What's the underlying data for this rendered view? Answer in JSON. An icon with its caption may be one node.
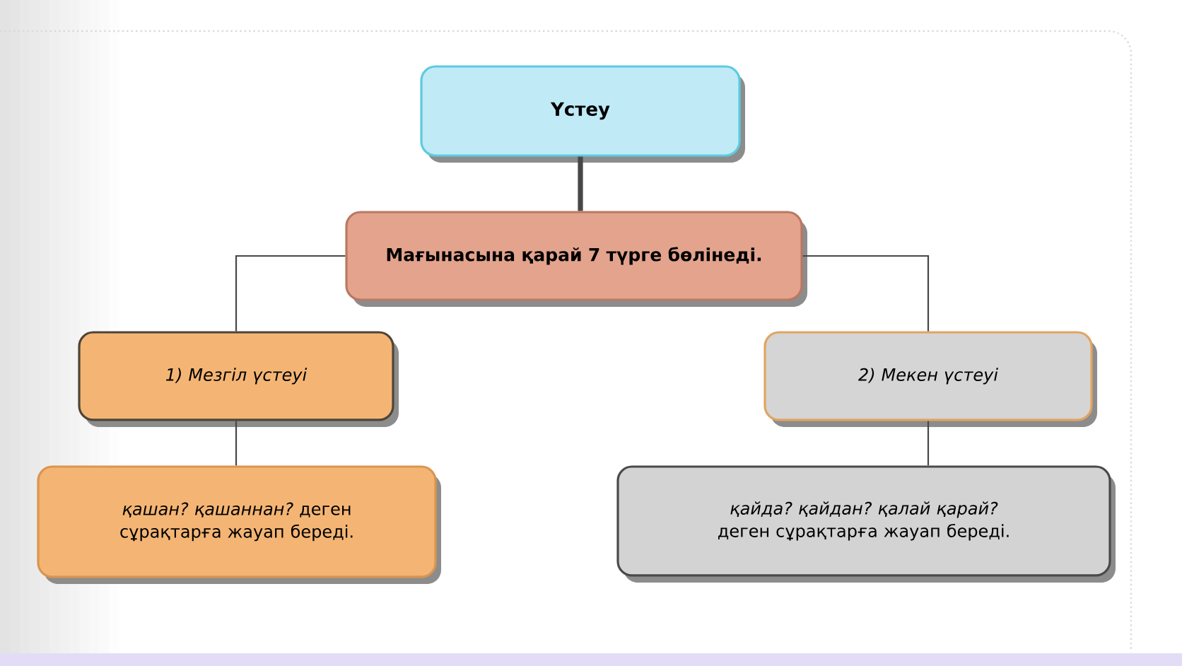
{
  "diagram": {
    "nodes": [
      {
        "text": [
          "Үстеу"
        ]
      },
      {
        "text": [
          "Мағынасына қарай 7 түрге бөлінеді."
        ]
      },
      {
        "text": [
          "1) Мезгіл үстеуі"
        ]
      },
      {
        "text": [
          "*қашан? қашаннан?* деген сұрақтарға жауап береді."
        ]
      },
      {
        "text": [
          "2) Мекен үстеуі"
        ]
      },
      {
        "text": [
          "*қайда? қайдан? қалай қарай?* деген сұрақтарға жауап береді."
        ]
      }
    ],
    "edges": [
      {
        "from": 0,
        "to": 1,
        "arrow": "none",
        "style": "thick"
      },
      {
        "from": 1,
        "to": 2,
        "arrow": "none"
      },
      {
        "from": 1,
        "to": 4,
        "arrow": "none"
      },
      {
        "from": 2,
        "to": 3,
        "arrow": "none"
      },
      {
        "from": 4,
        "to": 5,
        "arrow": "none"
      }
    ]
  }
}
